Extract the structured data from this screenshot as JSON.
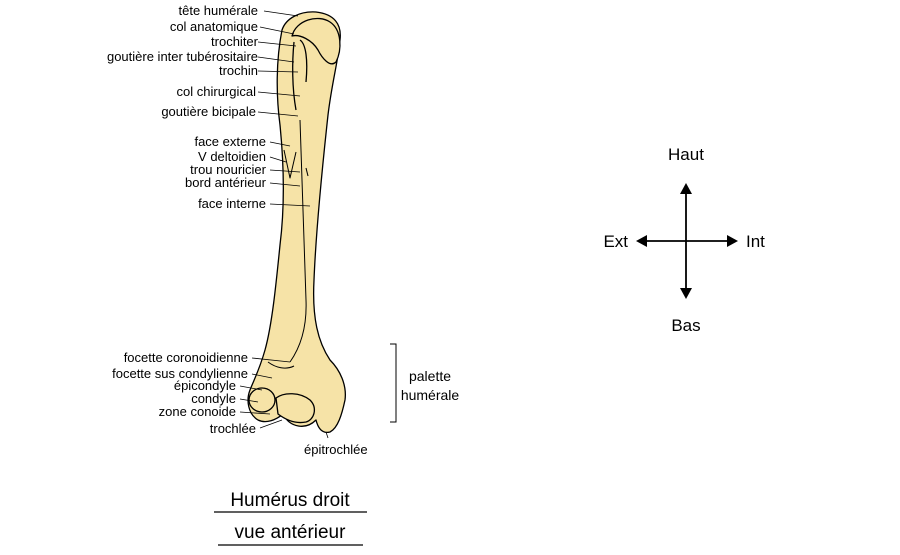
{
  "labels_left": [
    "tête humérale",
    "col anatomique",
    "trochiter",
    "goutière inter tubérositaire",
    "trochin",
    "col chirurgical",
    "goutière bicipale",
    "face externe",
    "V deltoidien",
    "trou nouricier",
    "bord antérieur",
    "face interne",
    "focette coronoidienne",
    "focette sus condylienne",
    "épicondyle",
    "condyle",
    "zone conoide",
    "trochlée"
  ],
  "label_epitrochlee": "épitrochlée",
  "label_palette": [
    "palette",
    "humérale"
  ],
  "caption": [
    "Humérus droit",
    "vue antérieur"
  ],
  "compass": {
    "up": "Haut",
    "down": "Bas",
    "left": "Ext",
    "right": "Int"
  },
  "colors": {
    "bone_fill": "#f6e3a7",
    "outline": "#000000"
  }
}
